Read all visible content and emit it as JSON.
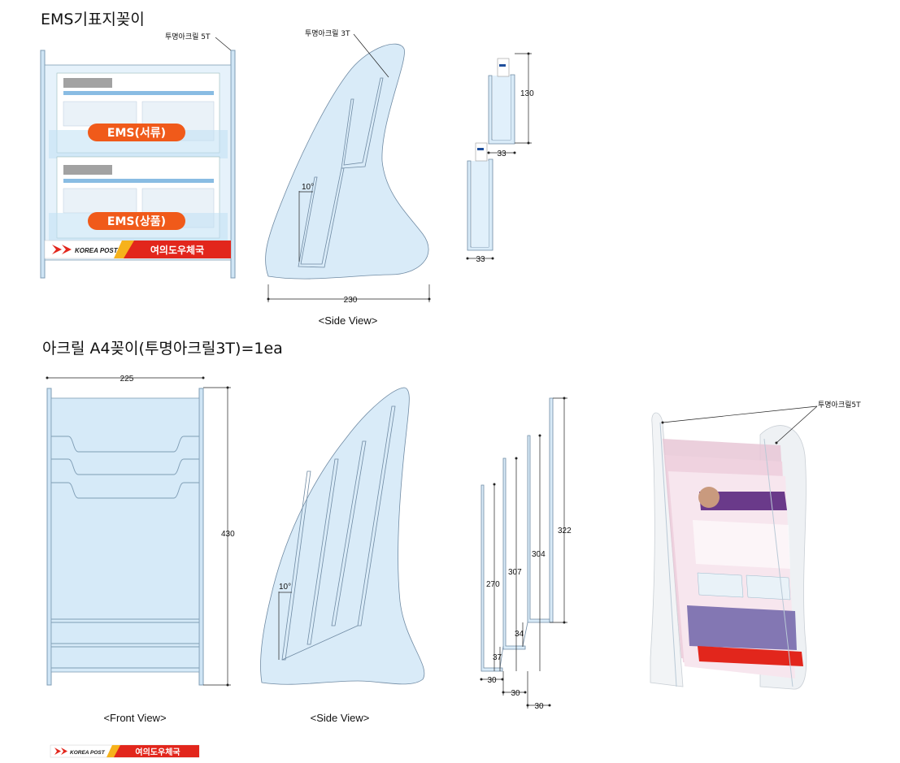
{
  "titles": {
    "ems": "EMS기표지꽂이",
    "a4": "아크릴 A4꽂이(투명아크릴3T)=1ea"
  },
  "callouts": {
    "ems_front": "투명아크릴 5T",
    "ems_side": "투명아크릴 3T",
    "photo": "투명아크릴5T"
  },
  "captions": {
    "ems_side": "<Side View>",
    "a4_front": "<Front View>",
    "a4_side": "<Side View>"
  },
  "ems_panel": {
    "labels": [
      "EMS(서류)",
      "EMS(상품)"
    ],
    "banner_logo": "KOREA POST",
    "banner_name": "여의도우체국"
  },
  "footer_banner": {
    "logo": "KOREA POST",
    "name": "여의도우체국"
  },
  "dimensions": {
    "ems_side_width": "230",
    "ems_side_angle": "10°",
    "ems_pocket_height": "130",
    "ems_pocket_depth_top": "33",
    "ems_pocket_depth_bottom": "33",
    "a4_front_width": "225",
    "a4_front_height": "430",
    "a4_side_angle": "10°",
    "a4_pocket_heights": [
      "270",
      "307",
      "304",
      "322"
    ],
    "a4_pocket_step_a": "37",
    "a4_pocket_step_b": "34",
    "a4_pocket_depths": [
      "30",
      "30",
      "30"
    ]
  },
  "colors": {
    "acrylic": "#cfe5f5",
    "label_orange": "#f05a1a",
    "banner_red": "#e2261c",
    "korea_post_red": "#e2261c"
  }
}
